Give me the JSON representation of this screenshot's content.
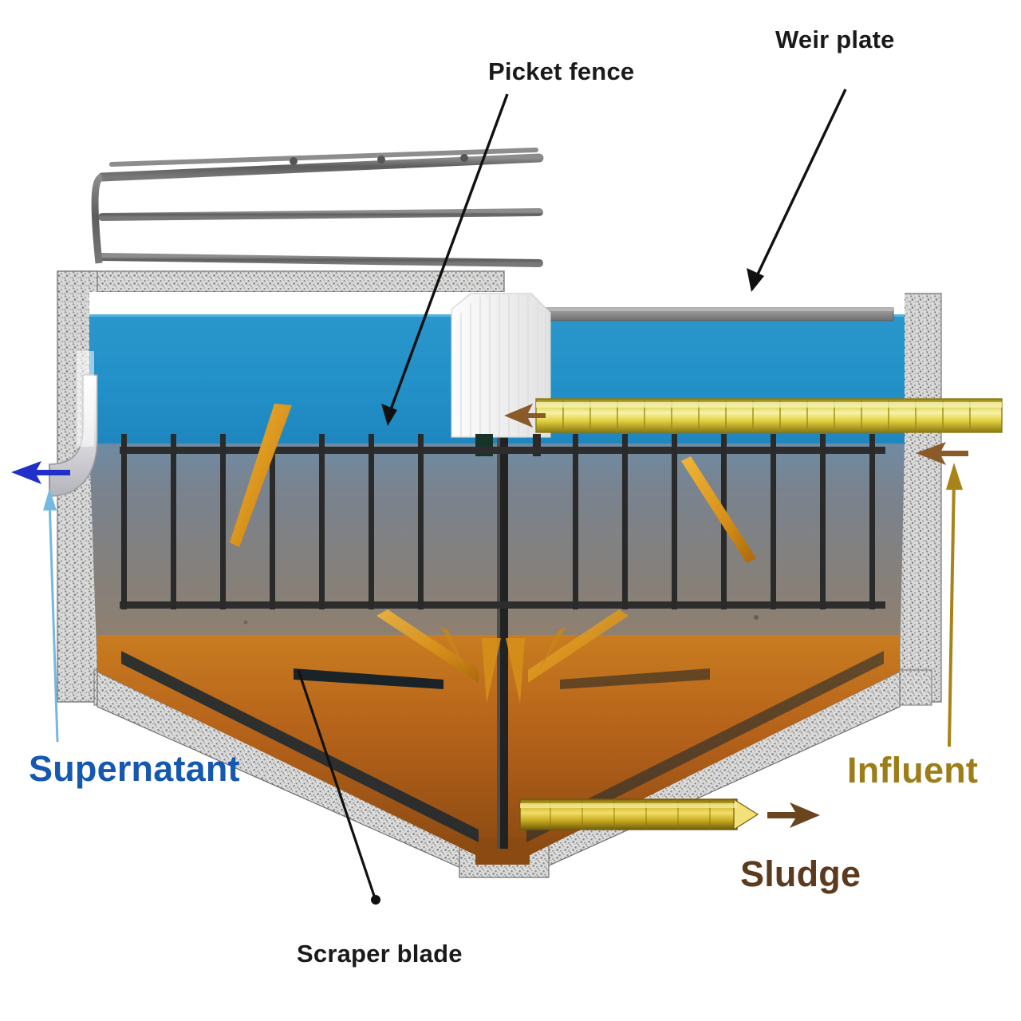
{
  "diagram": {
    "title": "Secondary clarifier / sedimentation tank cross-section",
    "type": "engineering-cross-section",
    "background_color": "#ffffff",
    "labels": {
      "picket_fence": "Picket fence",
      "weir_plate": "Weir plate",
      "supernatant": "Supernatant",
      "influent": "Influent",
      "sludge": "Sludge",
      "scraper_blade": "Scraper blade"
    },
    "label_colors": {
      "picket_fence": "#1a1a1a",
      "weir_plate": "#1a1a1a",
      "supernatant": "#1558b0",
      "influent": "#9c7d17",
      "sludge": "#5c3a1e",
      "scraper_blade": "#1a1a1a"
    },
    "zone_colors": {
      "clear_water": "#2291c8",
      "clear_water_deep": "#1f86be",
      "sludge_blanket_top": "#7d8793",
      "sludge_blanket_bottom": "#8c7a63",
      "sludge_hopper": "#b5621a",
      "sludge_hopper_dark": "#8a4a12",
      "concrete": "#d8d8d8",
      "concrete_speckle": "#9a9a9a",
      "steel_rail": "#6e6e6e",
      "pipe_yellow": "#e4d84a",
      "pipe_yellow_dark": "#9c8a12",
      "rake_arm": "#e8a020",
      "feed_well": "#f2f2f2",
      "weir_plate": "#8c8c8c",
      "arrow_brown": "#8a5a28",
      "arrow_blue": "#2030c8",
      "arrow_lightblue": "#6fb9e0",
      "arrow_gold": "#a88418"
    },
    "components": [
      {
        "name": "handrail-walkway",
        "description": "steel guard rail walkway over tank top-left"
      },
      {
        "name": "concrete-wall-left",
        "description": "speckled concrete tank wall left"
      },
      {
        "name": "concrete-wall-right",
        "description": "speckled concrete tank wall right"
      },
      {
        "name": "clear-water-zone",
        "description": "blue supernatant / clarified water"
      },
      {
        "name": "weir-plate",
        "description": "gray effluent weir plate along right water surface"
      },
      {
        "name": "center-feed-well",
        "description": "white influent feed well at center"
      },
      {
        "name": "influent-pipe",
        "description": "yellow horizontal pipe from right to feed well"
      },
      {
        "name": "picket-fence",
        "description": "vertical picket bars on rotating rake frame"
      },
      {
        "name": "sludge-blanket",
        "description": "gray-brown settled solids zone"
      },
      {
        "name": "sludge-hopper",
        "description": "orange-brown V hopper at tank bottom"
      },
      {
        "name": "scraper-blade",
        "description": "dark scraper blade along hopper floor"
      },
      {
        "name": "sludge-draw-off-pipe",
        "description": "yellow sludge withdrawal pipe to right"
      },
      {
        "name": "effluent-outlet-pipe",
        "description": "gray outlet pipe at left with blue flow arrow"
      },
      {
        "name": "center-drive-shaft",
        "description": "dark vertical rake drive shaft at center"
      }
    ],
    "flow_arrows": [
      {
        "name": "effluent-out",
        "direction": "left",
        "color": "#2030c8"
      },
      {
        "name": "influent-in-right",
        "direction": "left",
        "color": "#8a5a28"
      },
      {
        "name": "influent-into-feedwell",
        "direction": "left",
        "color": "#8a5a28"
      },
      {
        "name": "sludge-out",
        "direction": "right",
        "color": "#6b4420"
      },
      {
        "name": "supernatant-pointer",
        "direction": "up",
        "color": "#6fb9e0"
      },
      {
        "name": "influent-pointer",
        "direction": "up",
        "color": "#a88418"
      }
    ]
  }
}
